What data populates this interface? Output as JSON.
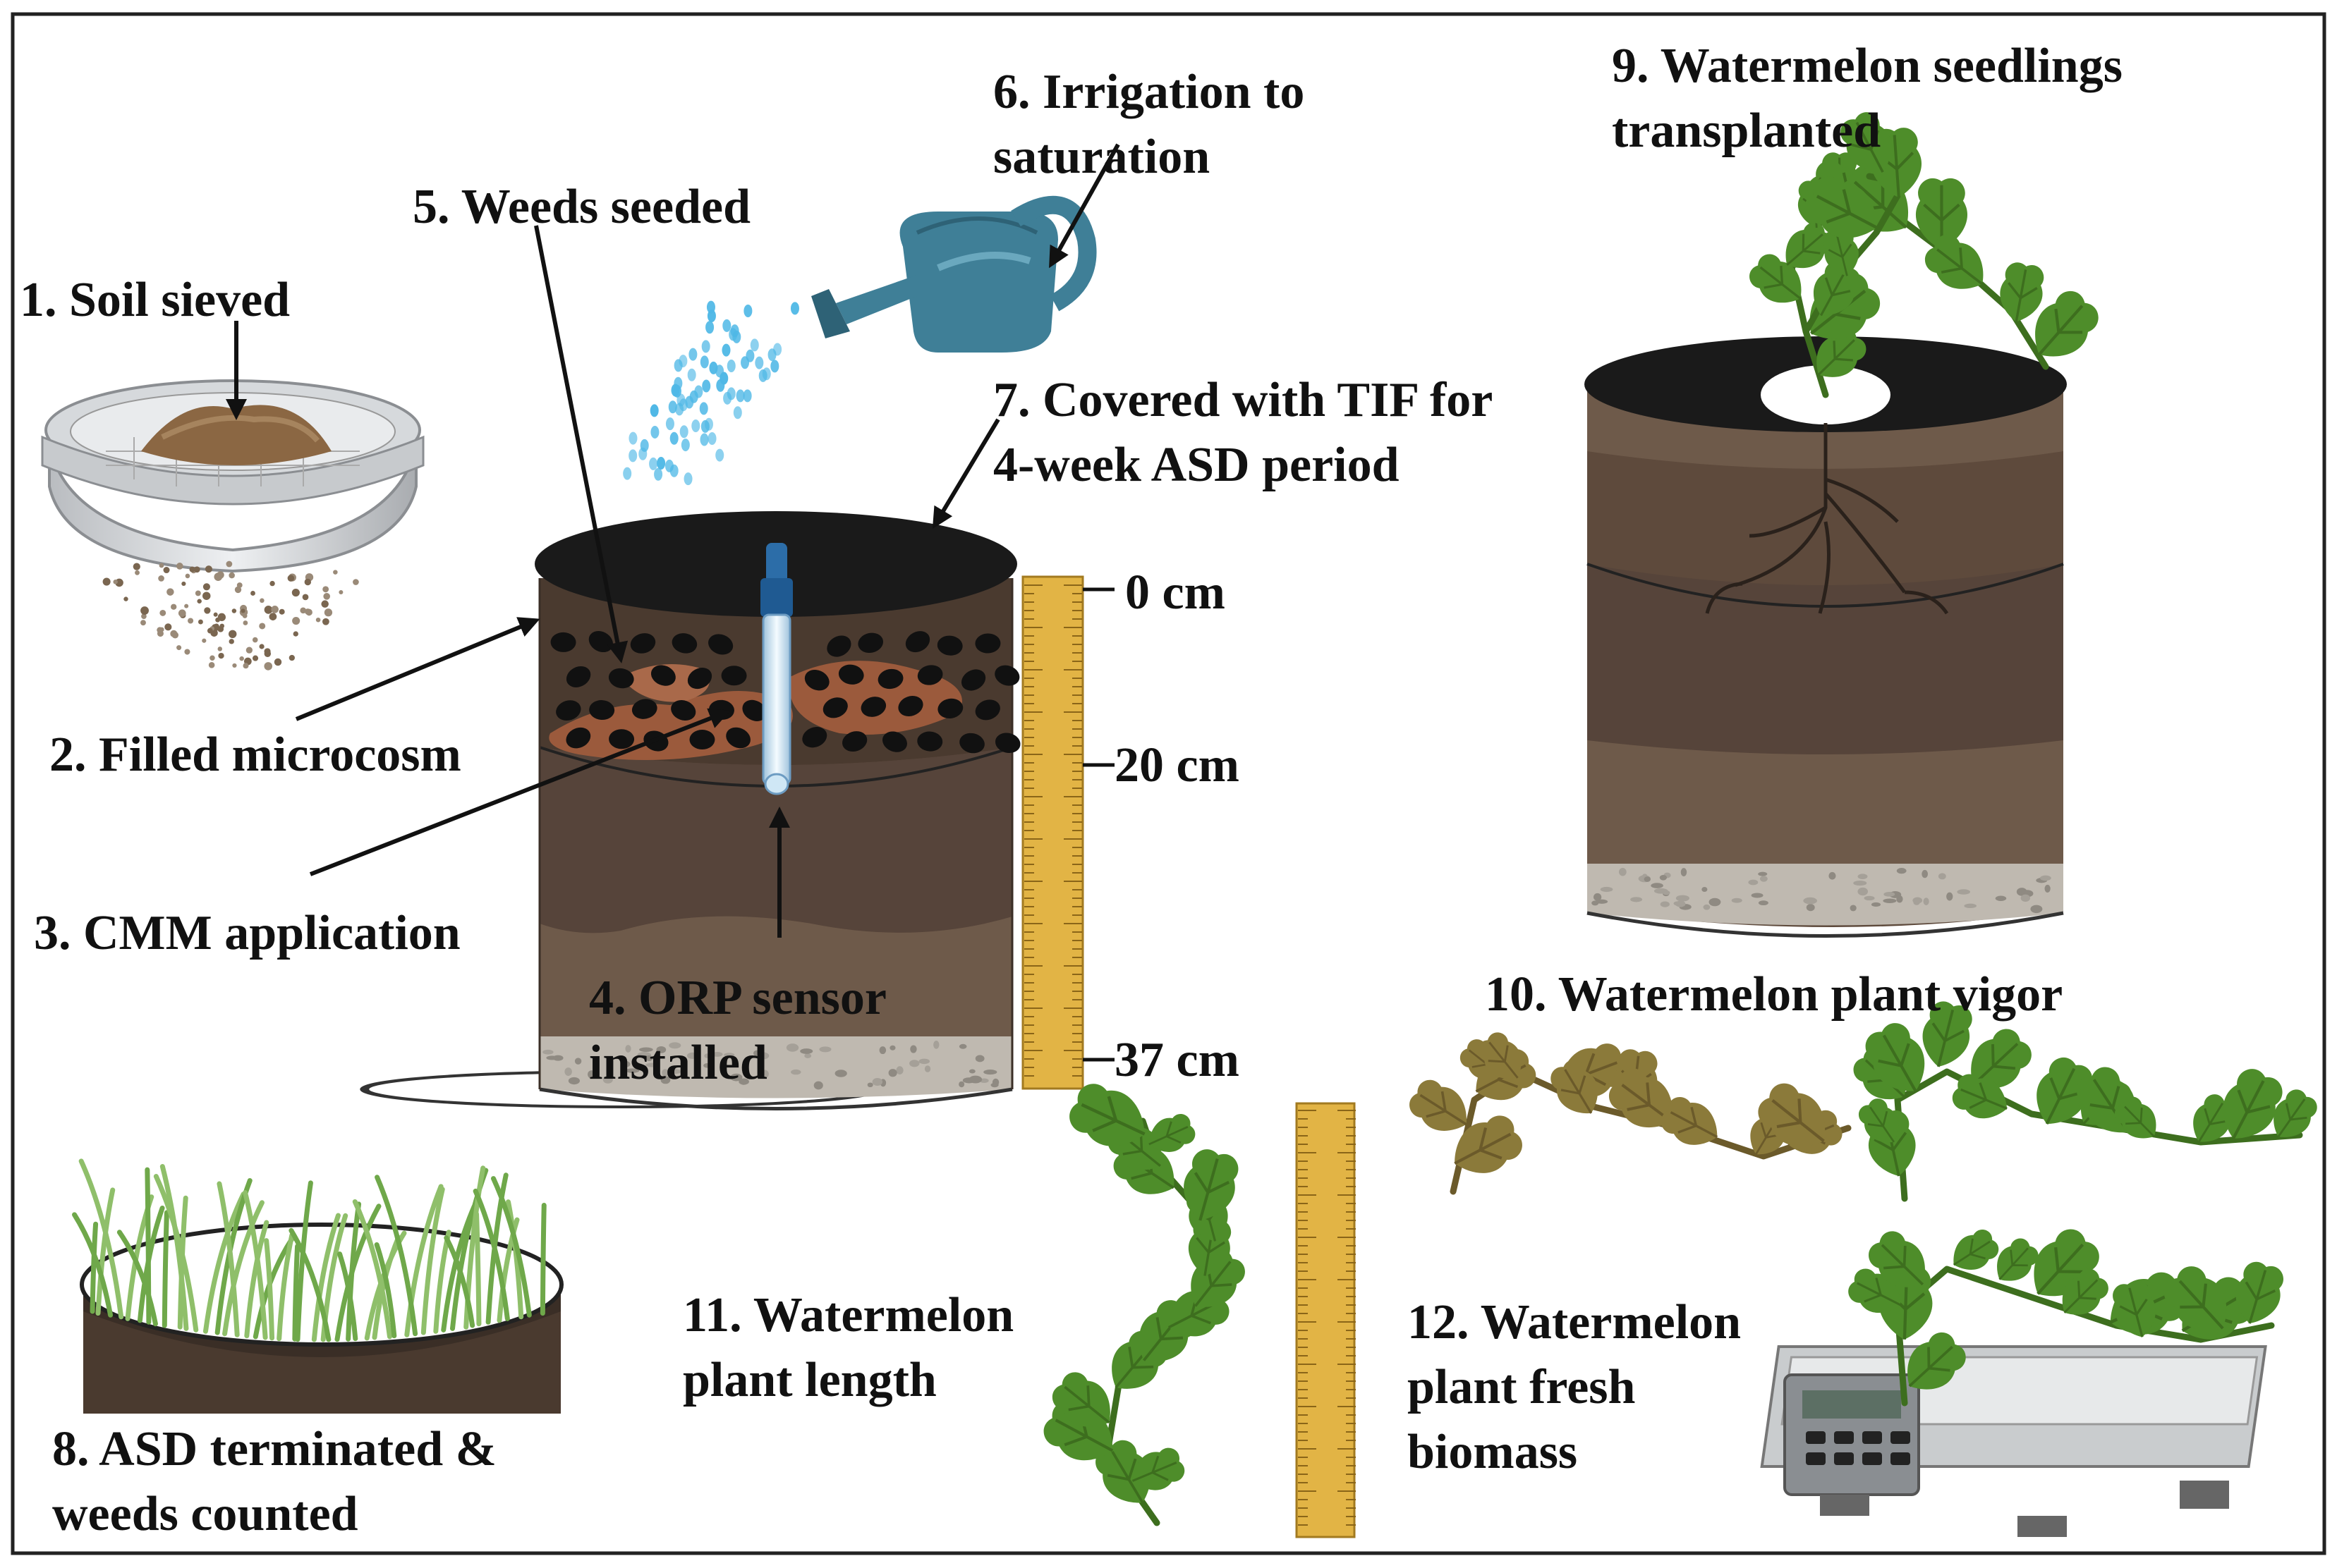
{
  "steps": {
    "s1": "1.  Soil sieved",
    "s2": "2. Filled microcosm",
    "s3": "3. CMM application",
    "s4": [
      "4. ORP sensor",
      "installed"
    ],
    "s5": "5. Weeds seeded",
    "s6": [
      "6. Irrigation to",
      "saturation"
    ],
    "s7": [
      "7. Covered with TIF for",
      "4-week ASD period"
    ],
    "s8": [
      "8. ASD terminated &",
      "weeds counted"
    ],
    "s9": [
      "9. Watermelon seedlings",
      "transplanted"
    ],
    "s10": "10. Watermelon plant vigor",
    "s11": [
      "11. Watermelon",
      "plant length"
    ],
    "s12": [
      "12. Watermelon",
      "plant fresh",
      "biomass"
    ]
  },
  "depth_scale": {
    "top": "0 cm",
    "mid": "20 cm",
    "bottom": "37 cm"
  },
  "colors": {
    "soil_dark": "#4a3a2f",
    "soil_mid": "#5e4a3c",
    "soil_light": "#6e5a4a",
    "gravel": "#bfb9b0",
    "tarp": "#1a1a1a",
    "ruler": "#e2b445",
    "plant_green": "#4e8d2a",
    "plant_wilted": "#8b7a3a",
    "water": "#4fb8e6",
    "can": "#3f7f97",
    "frame": "#222222"
  },
  "icons": [
    "sieve-icon",
    "watering-can-icon",
    "orp-sensor-icon",
    "ruler-icon",
    "scale-icon",
    "seedling-icon",
    "weeds-icon"
  ]
}
